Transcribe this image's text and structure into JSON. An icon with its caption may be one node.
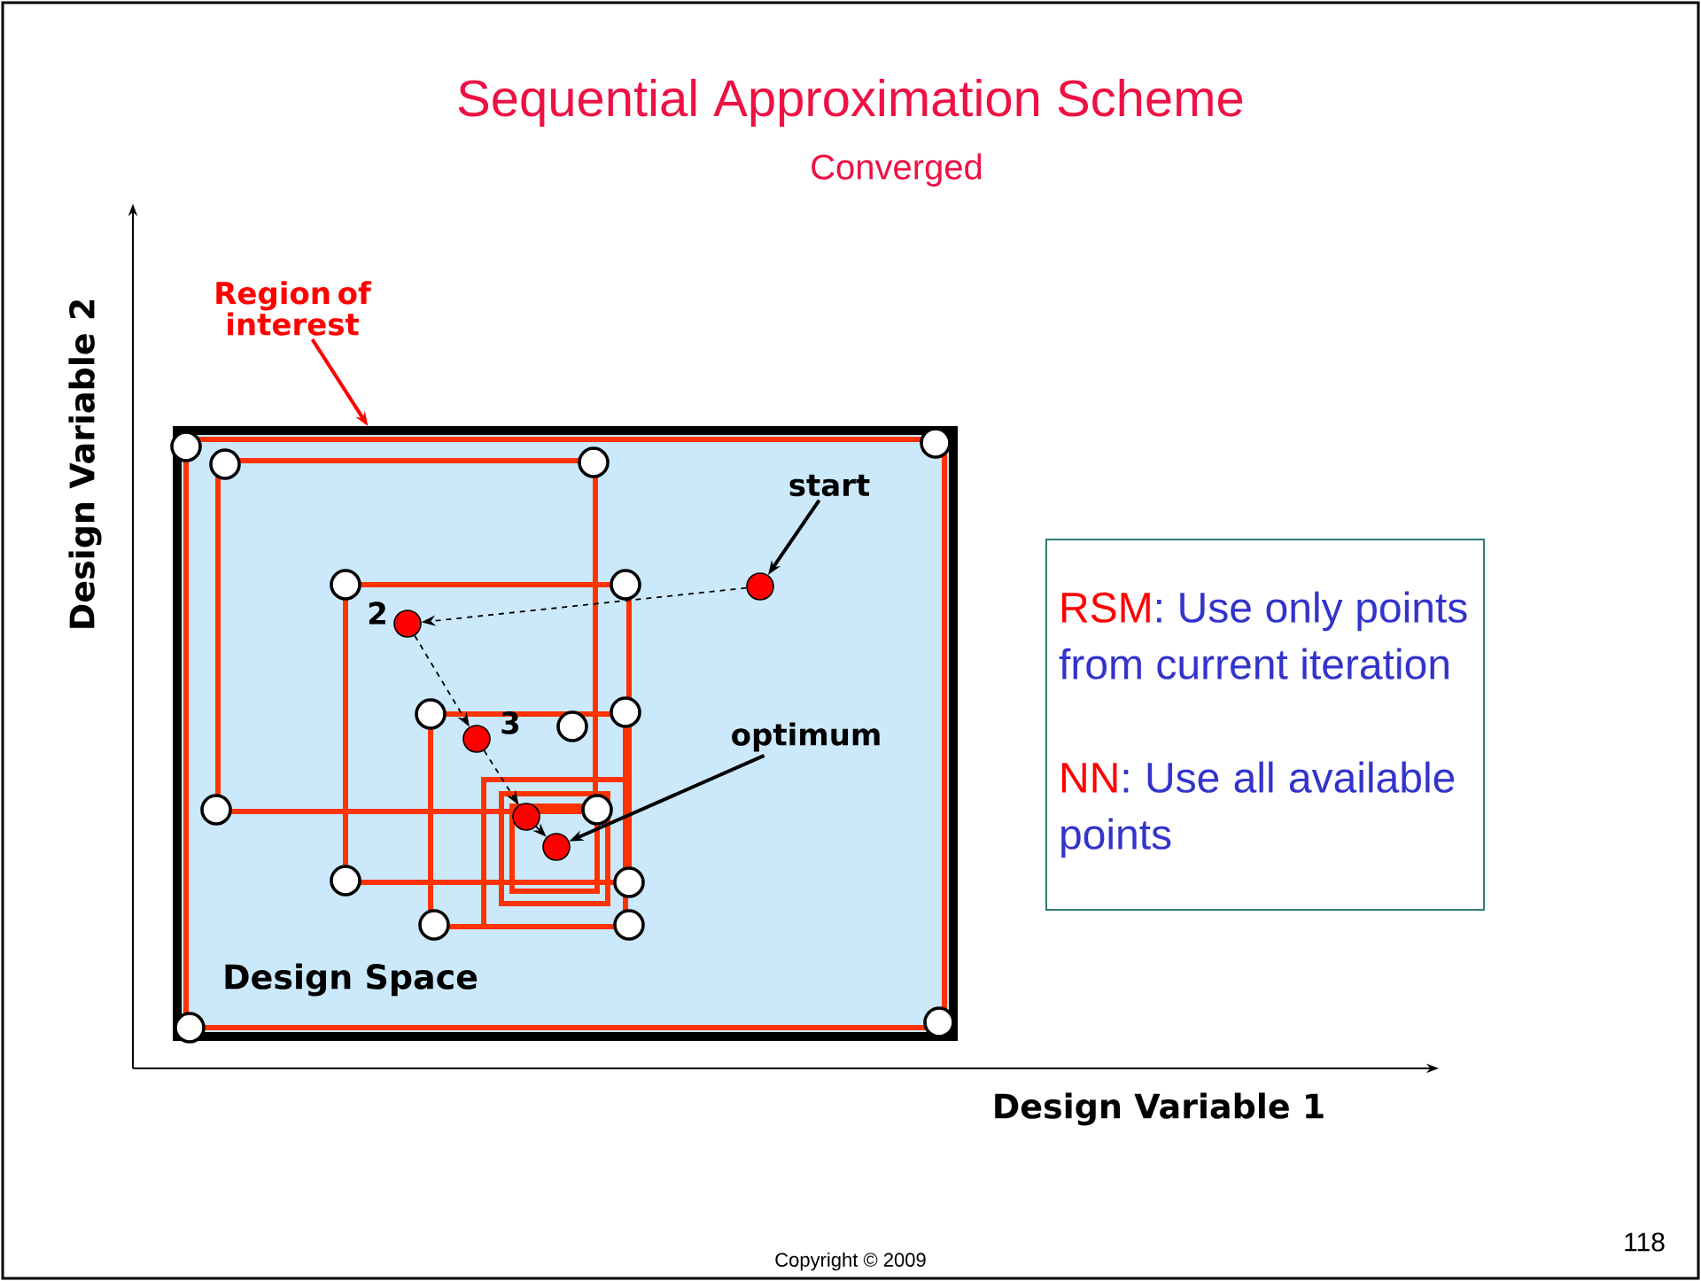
{
  "diagram": {
    "title": "Sequential Approximation Scheme",
    "nodes": [
      {
        "text": [
          "Region of interest"
        ]
      },
      {
        "text": [
          "Design Space"
        ]
      },
      {
        "text": [
          "start"
        ],
        "in": 1
      },
      {
        "text": [],
        "shape": "circle",
        "in": 1
      },
      {
        "text": [],
        "shape": "circle",
        "in": 1,
        "beside": [
          "2"
        ]
      },
      {
        "text": [],
        "shape": "circle",
        "in": 1,
        "beside": [
          "3"
        ]
      },
      {
        "text": [],
        "shape": "circle",
        "in": 1
      },
      {
        "text": [],
        "shape": "circle",
        "in": 1
      },
      {
        "text": [
          "optimum"
        ],
        "in": 1
      },
      {
        "text": [
          "RSM",
          ": Use only points from current iteration",
          "NN",
          ": Use all available points"
        ]
      }
    ],
    "edges": [
      {
        "from": 0,
        "to": 1,
        "arrow": "to",
        "color": "#ff0000"
      },
      {
        "from": 2,
        "to": 3,
        "arrow": "to"
      },
      {
        "from": 3,
        "to": 4,
        "arrow": "to",
        "style": "dashed"
      },
      {
        "from": 4,
        "to": 5,
        "arrow": "to",
        "style": "dashed"
      },
      {
        "from": 5,
        "to": 6,
        "arrow": "to",
        "style": "dashed"
      },
      {
        "from": 6,
        "to": 7,
        "arrow": "to",
        "style": "dashed"
      },
      {
        "from": 8,
        "to": 7,
        "arrow": "to"
      }
    ],
    "labels": [
      "Converged",
      "Design Variable 2",
      "Design Variable 1",
      "Copyright © 2009",
      "118"
    ]
  }
}
